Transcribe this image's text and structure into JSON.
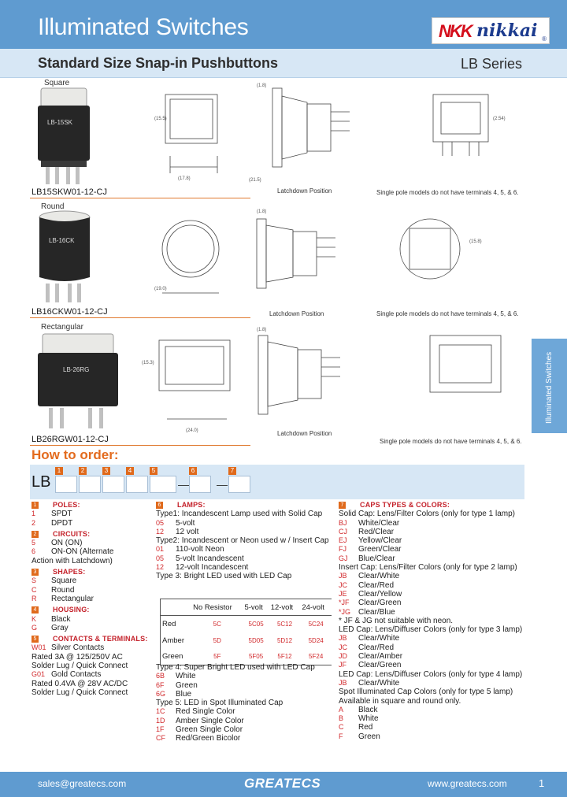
{
  "header": {
    "title": "Illuminated Switches",
    "logo_nkk": "NKK",
    "logo_nikkai": "nikkai",
    "logo_mark": "®",
    "subtitle": "Standard Size Snap-in Pushbuttons",
    "series": "LB Series"
  },
  "side_tab": "Illuminated Switches",
  "products": [
    {
      "shape": "Square",
      "model": "LB15SKW01-12-CJ",
      "photo_label": "LB-15SK",
      "view_label": "Latchdown Position",
      "note": "Single pole models do not have terminals 4, 5, & 6."
    },
    {
      "shape": "Round",
      "model": "LB16CKW01-12-CJ",
      "photo_label": "LB-16CK",
      "view_label": "Latchdown Position",
      "note": "Single pole models do not have terminals 4, 5, & 6."
    },
    {
      "shape": "Rectangular",
      "model": "LB26RGW01-12-CJ",
      "photo_label": "LB-26RG",
      "view_label": "Latchdown Position",
      "note": "Single pole models do not have terminals 4, 5, & 6."
    }
  ],
  "how_to_order": {
    "title": "How to order:",
    "prefix": "LB",
    "positions": [
      "1",
      "2",
      "3",
      "4",
      "5",
      "6",
      "7"
    ],
    "dash": "—"
  },
  "col1": [
    {
      "badge": "1",
      "head": "POLES:"
    },
    {
      "code": "1",
      "text": "SPDT"
    },
    {
      "code": "2",
      "text": "DPDT"
    },
    {
      "badge": "2",
      "head": "CIRCUITS:"
    },
    {
      "code": "5",
      "text": "ON (ON)"
    },
    {
      "code": "6",
      "text": "ON-ON (Alternate"
    },
    {
      "code": "",
      "text": "Action with Latchdown)"
    },
    {
      "badge": "3",
      "head": "SHAPES:"
    },
    {
      "code": "S",
      "text": "Square"
    },
    {
      "code": "C",
      "text": "Round"
    },
    {
      "code": "R",
      "text": "Rectangular"
    },
    {
      "badge": "4",
      "head": "HOUSING:"
    },
    {
      "code": "K",
      "text": "Black"
    },
    {
      "code": "G",
      "text": "Gray"
    },
    {
      "badge": "5",
      "head": "CONTACTS & TERMINALS:"
    },
    {
      "code": "W01",
      "text": "Silver Contacts"
    },
    {
      "code": "",
      "text": "Rated 3A @ 125/250V AC"
    },
    {
      "code": "",
      "text": "Solder Lug / Quick Connect"
    },
    {
      "code": "G01",
      "text": "Gold Contacts"
    },
    {
      "code": "",
      "text": "Rated 0.4VA @ 28V AC/DC"
    },
    {
      "code": "",
      "text": "Solder Lug / Quick Connect"
    }
  ],
  "col2_top": [
    {
      "badge": "6",
      "head": "LAMPS:"
    },
    {
      "code": "",
      "text": "Type1: Incandescent Lamp used with Solid Cap"
    },
    {
      "code": "05",
      "text": "5-volt"
    },
    {
      "code": "12",
      "text": "12 volt"
    },
    {
      "code": "",
      "text": " "
    },
    {
      "code": "",
      "text": "Type2: Incandescent or Neon used w / Insert Cap"
    },
    {
      "code": "01",
      "text": "110-volt Neon"
    },
    {
      "code": "05",
      "text": "5-volt Incandescent"
    },
    {
      "code": "12",
      "text": "12-volt Incandescent"
    },
    {
      "code": "",
      "text": " "
    },
    {
      "code": "",
      "text": "Type 3: Bright LED used with LED Cap"
    }
  ],
  "led_table": {
    "headers": [
      "",
      "No Resistor",
      "5-volt",
      "12-volt",
      "24-volt"
    ],
    "rows": [
      {
        "color": "Red",
        "values": [
          "5C",
          "5C05",
          "5C12",
          "5C24"
        ]
      },
      {
        "color": "Amber",
        "values": [
          "5D",
          "5D05",
          "5D12",
          "5D24"
        ]
      },
      {
        "color": "Green",
        "values": [
          "5F",
          "5F05",
          "5F12",
          "5F24"
        ]
      }
    ]
  },
  "col2_bottom": [
    {
      "code": "",
      "text": "Type 4: Super Bright LED used with LED Cap"
    },
    {
      "code": "6B",
      "text": "White"
    },
    {
      "code": "6F",
      "text": "Green"
    },
    {
      "code": "6G",
      "text": "Blue"
    },
    {
      "code": "",
      "text": "Type 5: LED in Spot Illuminated Cap"
    },
    {
      "code": "1C",
      "text": "Red Single Color"
    },
    {
      "code": "1D",
      "text": "Amber Single Color"
    },
    {
      "code": "1F",
      "text": "Green Single Color"
    },
    {
      "code": "CF",
      "text": "Red/Green Bicolor"
    }
  ],
  "col3": [
    {
      "badge": "7",
      "head": "CAPS TYPES & COLORS:"
    },
    {
      "code": "",
      "text": "Solid Cap: Lens/Filter Colors (only for type 1 lamp)"
    },
    {
      "code": "BJ",
      "text": "White/Clear"
    },
    {
      "code": "CJ",
      "text": "Red/Clear"
    },
    {
      "code": "EJ",
      "text": "Yellow/Clear"
    },
    {
      "code": "FJ",
      "text": "Green/Clear"
    },
    {
      "code": "GJ",
      "text": "Blue/Clear"
    },
    {
      "code": "",
      "text": "Insert Cap: Lens/Filter Colors (only for type 2 lamp)"
    },
    {
      "code": "JB",
      "text": "Clear/White"
    },
    {
      "code": "JC",
      "text": "Clear/Red"
    },
    {
      "code": "JE",
      "text": "Clear/Yellow"
    },
    {
      "code": "*JF",
      "text": "Clear/Green"
    },
    {
      "code": "*JG",
      "text": "Clear/Blue"
    },
    {
      "code": "",
      "text": "* JF & JG not suitable with neon."
    },
    {
      "code": "",
      "text": "LED Cap: Lens/Diffuser Colors (only for type 3 lamp)"
    },
    {
      "code": "JB",
      "text": "Clear/White"
    },
    {
      "code": "JC",
      "text": "Clear/Red"
    },
    {
      "code": "JD",
      "text": "Clear/Amber"
    },
    {
      "code": "JF",
      "text": "Clear/Green"
    },
    {
      "code": "",
      "text": "LED Cap: Lens/Diffuser Colors (only for type 4 lamp)"
    },
    {
      "code": "JB",
      "text": "Clear/White"
    },
    {
      "code": "",
      "text": "Spot Illuminated Cap Colors (only for type 5 lamp)"
    },
    {
      "code": "",
      "text": "Available in square and round only."
    },
    {
      "code": "A",
      "text": "Black"
    },
    {
      "code": "B",
      "text": "White"
    },
    {
      "code": "C",
      "text": "Red"
    },
    {
      "code": "F",
      "text": "Green"
    }
  ],
  "footer": {
    "email": "sales@greatecs.com",
    "brand": "GREATECS",
    "website": "www.greatecs.com",
    "page": "1"
  },
  "colors": {
    "header_blue": "#5f9bd0",
    "light_blue": "#d7e7f5",
    "accent_orange": "#e06a1c",
    "code_red": "#d1292c"
  }
}
